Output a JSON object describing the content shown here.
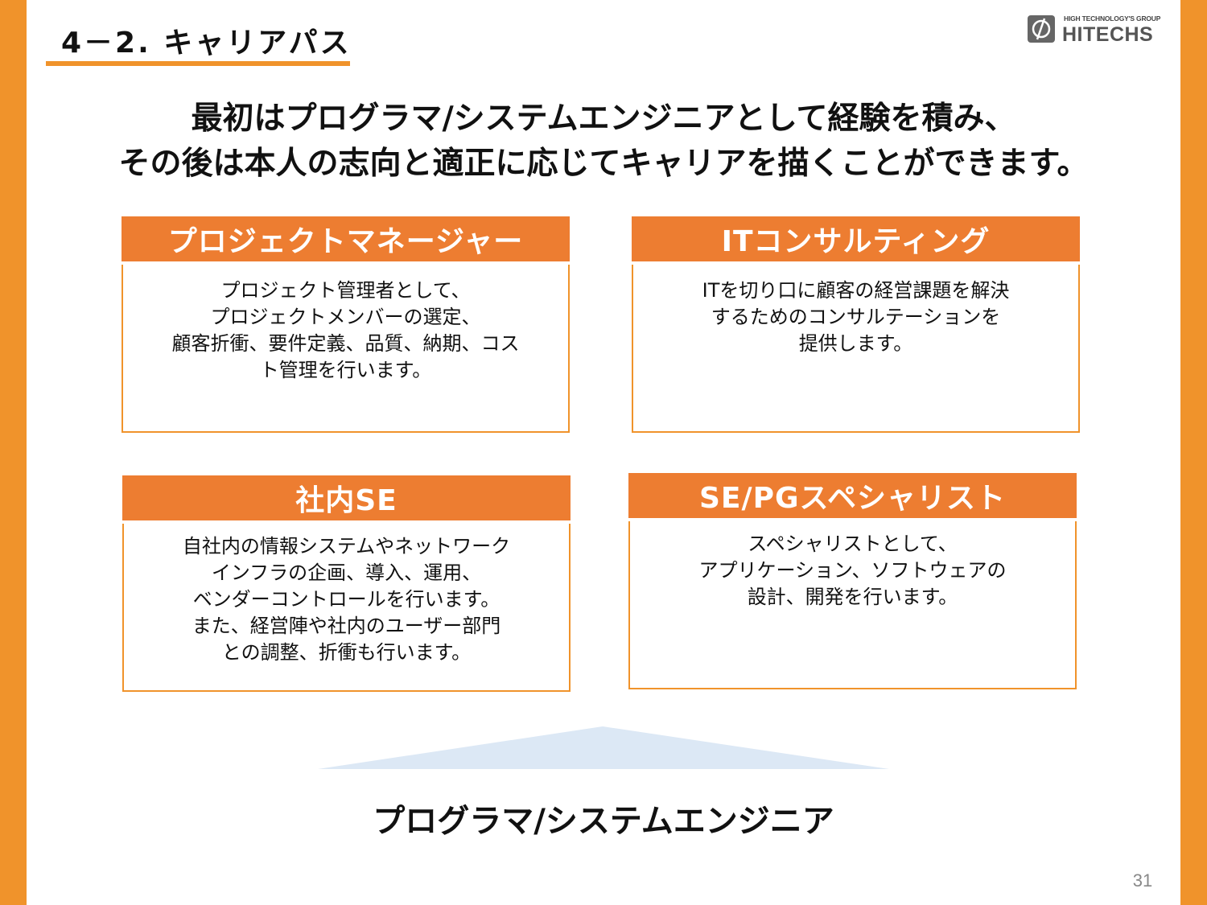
{
  "section_title": "4－2. キャリアパス",
  "logo": {
    "tagline": "HIGH TECHNOLOGY'S GROUP",
    "name": "HITECHS"
  },
  "headline": {
    "line1": "最初はプログラマ/システムエンジニアとして経験を積み、",
    "line2": "その後は本人の志向と適正に応じてキャリアを描くことができます。"
  },
  "cards": [
    {
      "title": "プロジェクトマネージャー",
      "lines": [
        "プロジェクト管理者として、",
        "プロジェクトメンバーの選定、",
        "顧客折衝、要件定義、品質、納期、コス",
        "ト管理を行います。"
      ]
    },
    {
      "title": "ITコンサルティング",
      "lines": [
        "ITを切り口に顧客の経営課題を解決",
        "するためのコンサルテーションを",
        "提供します。"
      ]
    },
    {
      "title": "社内SE",
      "lines": [
        "自社内の情報システムやネットワーク",
        "インフラの企画、導入、運用、",
        "ベンダーコントロールを行います。",
        "また、経営陣や社内のユーザー部門",
        "との調整、折衝も行います。"
      ]
    },
    {
      "title": "SE/PGスペシャリスト",
      "lines": [
        "スペシャリストとして、",
        "アプリケーション、ソフトウェアの",
        "設計、開発を行います。"
      ]
    }
  ],
  "base_label": "プログラマ/システムエンジニア",
  "page_number": "31",
  "colors": {
    "accent": "#f0932b",
    "header_fill": "#ed7d31",
    "pyramid_fill": "#dce8f5"
  }
}
